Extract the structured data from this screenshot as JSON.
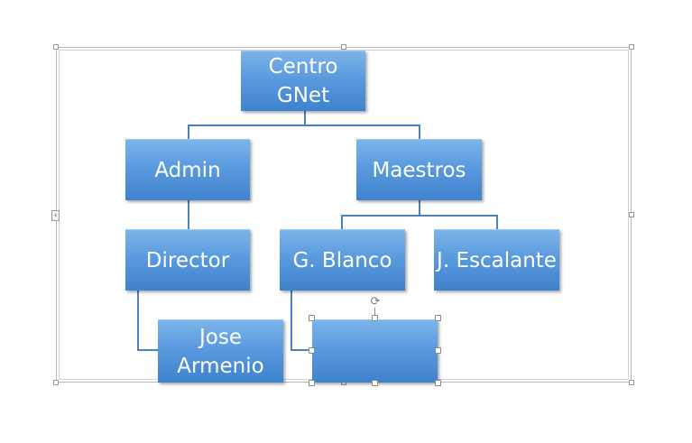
{
  "diagram": {
    "nodes": {
      "root": "Centro\nGNet",
      "admin": "Admin",
      "maestros": "Maestros",
      "director": "Director",
      "blanco": "G. Blanco",
      "escalante": "J. Escalante",
      "jose": "Jose\nArmenio",
      "selected": ""
    },
    "collapse_icon": "chevron-left-icon",
    "rotate_icon": "rotate-handle-icon",
    "colors": {
      "node_top": "#7cb4ea",
      "node_bottom": "#3f82cd",
      "connector": "#4a82bd"
    }
  }
}
